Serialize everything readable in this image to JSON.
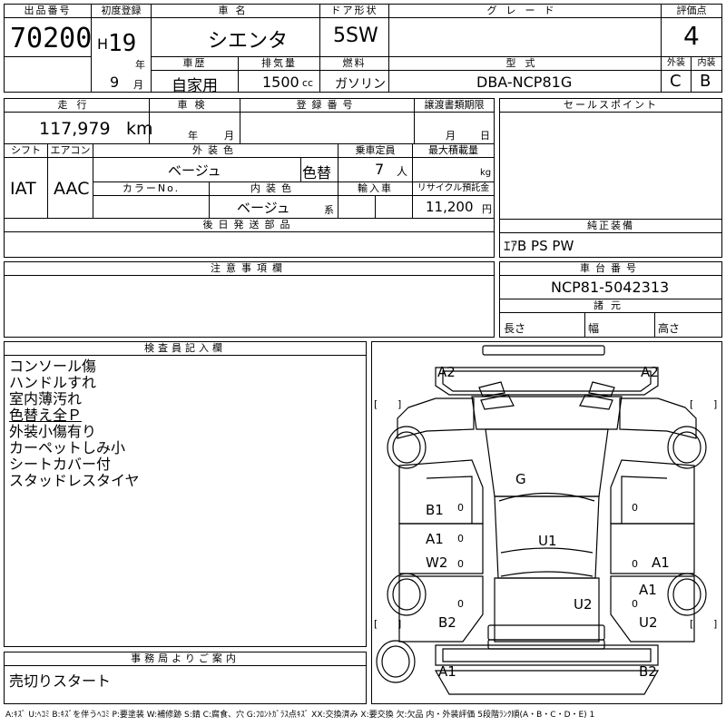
{
  "header": {
    "lot_no_label": "出品番号",
    "lot_no": "70200",
    "first_reg_label": "初度登録",
    "era": "H",
    "year": "19",
    "year_unit": "年",
    "month": "9",
    "month_unit": "月",
    "car_name_label": "車名",
    "car_name": "シエンタ",
    "door_label": "ドア形状",
    "door": "5SW",
    "grade_label": "グレード",
    "grade": "",
    "score_label": "評価点",
    "score": "4",
    "history_label": "車歴",
    "history": "自家用",
    "displacement_label": "排気量",
    "displacement": "1500",
    "displacement_unit": "cc",
    "fuel_label": "燃料",
    "fuel": "ガソリン",
    "model_label": "型式",
    "model": "DBA-NCP81G",
    "exterior_label": "外装",
    "exterior_grade": "C",
    "interior_label": "内装",
    "interior_grade": "B"
  },
  "spec": {
    "mileage_label": "走行",
    "mileage": "117,979",
    "mileage_unit": "km",
    "inspection_label": "車検",
    "insp_year_unit": "年",
    "insp_month_unit": "月",
    "reg_no_label": "登録番号",
    "transfer_label": "譲渡書類期限",
    "transfer_month": "月",
    "transfer_day": "日",
    "shift_label": "シフト",
    "shift": "IAT",
    "ac_label": "エアコン",
    "ac": "AAC",
    "ext_color_label": "外装色",
    "ext_color": "ベージュ",
    "repaint": "色替",
    "capacity_label": "乗車定員",
    "capacity": "7",
    "capacity_unit": "人",
    "load_label": "最大積載量",
    "load_unit": "kg",
    "color_no_label": "カラーNo.",
    "int_color_label": "内装色",
    "int_color": "ベージュ",
    "int_color_suffix": "系",
    "import_label": "輸入車",
    "recycle_label": "リサイクル預託金",
    "recycle": "11,200",
    "recycle_unit": "円"
  },
  "sales_point_label": "セールスポイント",
  "later_parts_label": "後日発送部品",
  "genuine_label": "純正装備",
  "genuine": "ｴｱB PS PW",
  "notes_label": "注意事項欄",
  "chassis_label": "車台番号",
  "chassis": "NCP81-5042313",
  "dims_label": "諸元",
  "length_label": "長さ",
  "width_label": "幅",
  "height_label": "高さ",
  "inspector_label": "検査員記入欄",
  "inspector_notes": [
    "コンソール傷",
    "ハンドルすれ",
    "室内薄汚れ",
    "色替え全Ｐ",
    "外装小傷有り",
    "カーペットしみ小",
    "シートカバー付",
    "スタッドレスタイヤ"
  ],
  "office_label": "事務局よりご案内",
  "office_note": "売切りスタート",
  "diagram": {
    "marks": {
      "a2_left": "A2",
      "a2_right": "A2",
      "g": "G",
      "b1": "B1",
      "a1_left": "A1",
      "w2": "W2",
      "u1": "U1",
      "a1_right1": "A1",
      "a1_right2": "A1",
      "u2_center": "U2",
      "b2_left": "B2",
      "u2_right": "U2",
      "a1_bottom": "A1",
      "b2_bottom": "B2"
    }
  },
  "legend": "A:ｷｽﾞ U:ﾍｺﾐ B:ｷｽﾞを伴うﾍｺﾐ P:要塗装 W:補修跡 S:錆 C:腐食、穴 G:ﾌﾛﾝﾄｶﾞﾗｽ点ｷｽﾞ XX:交換済み X:要交換 欠:欠品 内・外装評価 5段階ﾗﾝｸ順(A・B・C・D・E) 1"
}
